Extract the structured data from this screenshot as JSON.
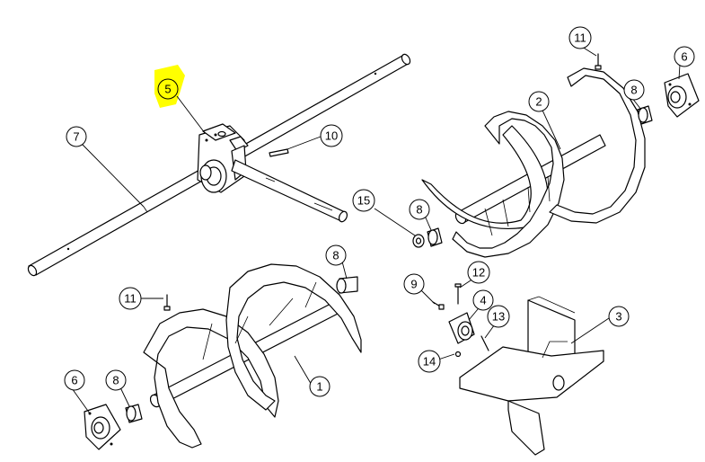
{
  "highlight_color": "#ffff00",
  "callouts": [
    {
      "id": "1",
      "label": "1"
    },
    {
      "id": "2",
      "label": "2"
    },
    {
      "id": "3",
      "label": "3"
    },
    {
      "id": "4",
      "label": "4"
    },
    {
      "id": "5",
      "label": "5",
      "highlighted": true
    },
    {
      "id": "6a",
      "label": "6"
    },
    {
      "id": "6b",
      "label": "6"
    },
    {
      "id": "7",
      "label": "7"
    },
    {
      "id": "8a",
      "label": "8"
    },
    {
      "id": "8b",
      "label": "8"
    },
    {
      "id": "8c",
      "label": "8"
    },
    {
      "id": "8d",
      "label": "8"
    },
    {
      "id": "9",
      "label": "9"
    },
    {
      "id": "10",
      "label": "10"
    },
    {
      "id": "11a",
      "label": "11"
    },
    {
      "id": "11b",
      "label": "11"
    },
    {
      "id": "12",
      "label": "12"
    },
    {
      "id": "13",
      "label": "13"
    },
    {
      "id": "14",
      "label": "14"
    },
    {
      "id": "15",
      "label": "15"
    }
  ]
}
